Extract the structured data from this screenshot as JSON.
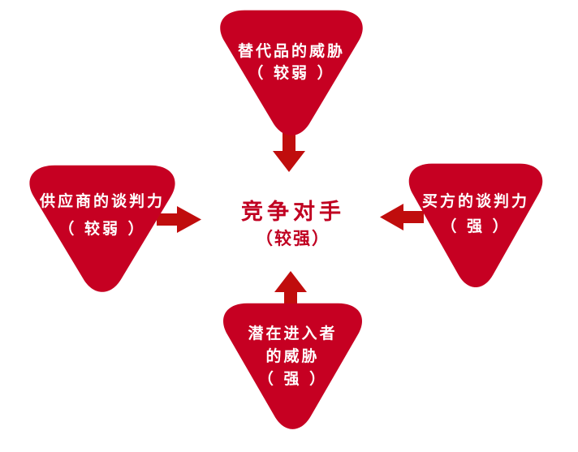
{
  "diagram": {
    "center": {
      "title": "竞争对手",
      "strength": "（较强）"
    },
    "forces": {
      "top": {
        "lines": [
          "替代品的威胁",
          "（ 较弱 ）"
        ]
      },
      "left": {
        "lines": [
          "供应商的谈判力",
          "（ 较弱 ）"
        ]
      },
      "right": {
        "lines": [
          "买方的谈判力",
          "（ 强 ）"
        ]
      },
      "bottom": {
        "lines": [
          "潜在进入者",
          "的威胁",
          "（ 强 ）"
        ]
      }
    }
  },
  "colors": {
    "shape_red": "#c60022",
    "arrow_red": "#c00d0d",
    "label_white": "#ffffff",
    "center_text_red": "#c00021",
    "background": "#ffffff"
  }
}
